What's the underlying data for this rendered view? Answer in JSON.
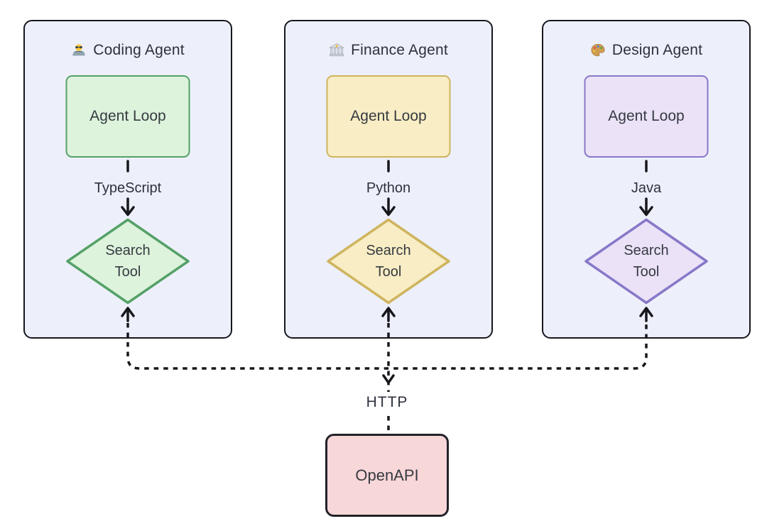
{
  "canvas": {
    "background": "#ffffff",
    "line_color": "#17171c",
    "card_fill": "#edf0fa",
    "card_border": "#16161e"
  },
  "agents": [
    {
      "title": "Coding Agent",
      "icon": "technologist-icon",
      "loop_label": "Agent Loop",
      "language": "TypeScript",
      "tool_label": "Search Tool",
      "colors": {
        "node_fill": "#ddf3dc",
        "node_border": "#55a168"
      }
    },
    {
      "title": "Finance Agent",
      "icon": "bank-icon",
      "loop_label": "Agent Loop",
      "language": "Python",
      "tool_label": "Search Tool",
      "colors": {
        "node_fill": "#f8edc4",
        "node_border": "#cfb45e"
      }
    },
    {
      "title": "Design Agent",
      "icon": "palette-icon",
      "loop_label": "Agent Loop",
      "language": "Java",
      "tool_label": "Search Tool",
      "colors": {
        "node_fill": "#ebe2f8",
        "node_border": "#8878c8"
      }
    }
  ],
  "connection": {
    "protocol_label": "HTTP",
    "api_node": {
      "label": "OpenAPI",
      "colors": {
        "node_fill": "#f8d7d9",
        "node_border": "#232329"
      }
    }
  }
}
